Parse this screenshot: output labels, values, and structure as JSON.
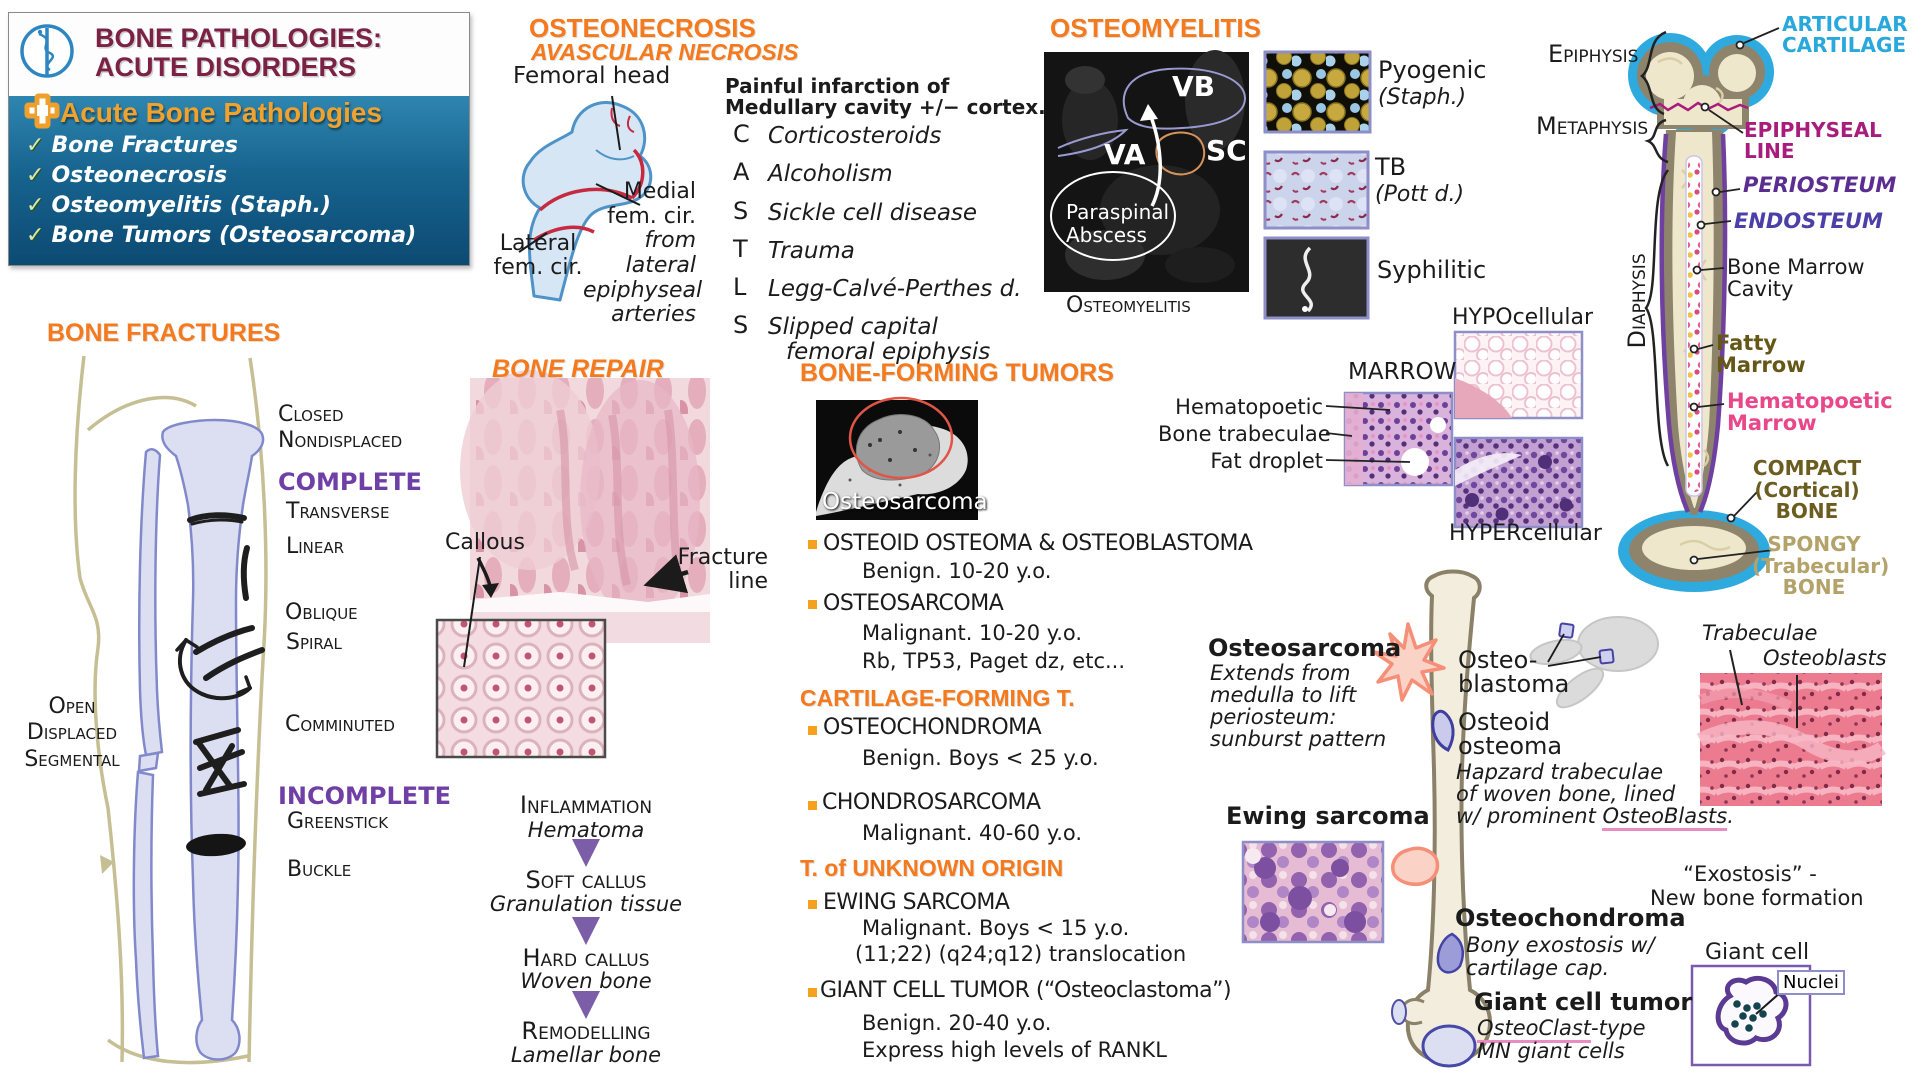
{
  "header": {
    "title1": "BONE PATHOLOGIES:",
    "title2": "ACUTE DISORDERS",
    "panel_heading": "Acute Bone Pathologies",
    "checkmark": "✓",
    "check_items": [
      "Bone Fractures",
      "Osteonecrosis",
      "Osteomyelitis (Staph.)",
      "Bone Tumors (Osteosarcoma)"
    ]
  },
  "osteonecrosis": {
    "heading": "OSTEONECROSIS",
    "subheading": "AVASCULAR NECROSIS",
    "femoral_head": "Femoral head",
    "lateral1": "Lateral",
    "lateral2": "fem. cir.",
    "medial_lines": [
      "Medial",
      "fem. cir.",
      "from",
      "lateral",
      "epiphyseal",
      "arteries"
    ],
    "pain1": "Painful infarction of",
    "pain2": "Medullary cavity +/− cortex.",
    "mnemonic": [
      {
        "l": "C",
        "t": "Corticosteroids"
      },
      {
        "l": "A",
        "t": "Alcoholism"
      },
      {
        "l": "S",
        "t": "Sickle cell disease"
      },
      {
        "l": "T",
        "t": "Trauma"
      },
      {
        "l": "L",
        "t": "Legg-Calvé-Perthes d."
      },
      {
        "l": "S",
        "t": "Slipped capital",
        "t2": "femoral epiphysis"
      }
    ]
  },
  "osteomyelitis": {
    "heading": "OSTEOMYELITIS",
    "vb": "VB",
    "va": "VA",
    "sc": "SC",
    "abscess1": "Paraspinal",
    "abscess2": "Abscess",
    "caption": "Osteomyelitis",
    "types": [
      {
        "name": "Pyogenic",
        "sub": "(Staph.)"
      },
      {
        "name": "TB",
        "sub": "(Pott d.)"
      },
      {
        "name": "Syphilitic",
        "sub": ""
      }
    ]
  },
  "anatomy": {
    "epiphysis": "Epiphysis",
    "metaphysis": "Metaphysis",
    "diaphysis": "Diaphysis",
    "articular1": "ARTICULAR",
    "articular2": "CARTILAGE",
    "epiline1": "EPIPHYSEAL",
    "epiline2": "LINE",
    "periosteum": "PERIOSTEUM",
    "endosteum": "ENDOSTEUM",
    "marrow_cavity1": "Bone Marrow",
    "marrow_cavity2": "Cavity",
    "fatty1": "Fatty",
    "fatty2": "Marrow",
    "hema1": "Hematopoetic",
    "hema2": "Marrow",
    "compact1": "COMPACT",
    "compact2": "(Cortical)",
    "compact3": "BONE",
    "spongy1": "SPONGY",
    "spongy2": "(Trabecular)",
    "spongy3": "BONE"
  },
  "fractures": {
    "heading": "BONE FRACTURES",
    "closed1": "Closed",
    "closed2": "Nondisplaced",
    "complete": "COMPLETE",
    "types_complete": [
      "Transverse",
      "Linear",
      "Oblique",
      "Spiral",
      "Comminuted"
    ],
    "open": [
      "Open",
      "Displaced",
      "Segmental"
    ],
    "incomplete": "INCOMPLETE",
    "types_incomplete": [
      "Greenstick",
      "Buckle"
    ]
  },
  "repair": {
    "heading": "BONE REPAIR",
    "callous": "Callous",
    "fracture_line1": "Fracture",
    "fracture_line2": "line",
    "stages": [
      {
        "name": "Inflammation",
        "detail": "Hematoma"
      },
      {
        "name": "Soft callus",
        "detail": "Granulation tissue"
      },
      {
        "name": "Hard callus",
        "detail": "Woven bone"
      },
      {
        "name": "Remodelling",
        "detail": "Lamellar bone"
      }
    ]
  },
  "tumors": {
    "heading": "BONE-FORMING TUMORS",
    "image_caption": "Osteosarcoma",
    "bone_forming": [
      {
        "name": "OSTEOID OSTEOMA & OSTEOBLASTOMA",
        "line1": "Benign.  10-20 y.o."
      },
      {
        "name": "OSTEOSARCOMA",
        "line1": "Malignant.  10-20 y.o.",
        "line2": "Rb, TP53, Paget dz, etc..."
      }
    ],
    "cartilage_heading": "CARTILAGE-FORMING T.",
    "cartilage": [
      {
        "name": "OSTEOCHONDROMA",
        "line1": "Benign. Boys < 25 y.o."
      },
      {
        "name": "CHONDROSARCOMA",
        "line1": "Malignant.  40-60 y.o."
      }
    ],
    "unknown_heading": "T. of UNKNOWN ORIGIN",
    "unknown": [
      {
        "name": "EWING SARCOMA",
        "line1": "Malignant. Boys < 15 y.o.",
        "line2": "(11;22) (q24;q12) translocation"
      },
      {
        "name": "GIANT CELL TUMOR (“Osteoclastoma”)",
        "line1": "Benign. 20-40 y.o.",
        "line2": "Express high levels of RANKL"
      }
    ]
  },
  "marrow": {
    "label": "MARROW",
    "hypo": "HYPOcellular",
    "hyper": "HYPERcellular",
    "annotations": [
      "Hematopoetic",
      "Bone trabeculae",
      "Fat droplet"
    ]
  },
  "illustrations": {
    "osteosarcoma_name": "Osteosarcoma",
    "osteosarcoma_desc": [
      "Extends from",
      "medulla to lift",
      "periosteum:",
      "sunburst pattern"
    ],
    "osteoblastoma1": "Osteo-",
    "osteoblastoma2": "blastoma",
    "osteoid1": "Osteoid",
    "osteoid2": "osteoma",
    "osteoid_desc1": "Hapzard trabeculae",
    "osteoid_desc2": "of woven bone, lined",
    "osteoid_desc3_pre": "w/ prominent ",
    "osteoid_desc3_u": "OsteoBlasts",
    "osteoid_desc3_post": ".",
    "ewing": "Ewing sarcoma",
    "osteochondroma": "Osteochondroma",
    "osteochondroma_desc1": "Bony exostosis w/",
    "osteochondroma_desc2": "cartilage cap.",
    "giant_cell_tumor": "Giant cell tumor",
    "gct_desc1_u": "OsteoClast",
    "gct_desc1_post": "-type",
    "gct_desc2": "MN giant cells",
    "exostosis1": "“Exostosis” -",
    "exostosis2": "New bone formation",
    "trabeculae": "Trabeculae",
    "osteoblasts": "Osteoblasts",
    "giant_cell": "Giant cell",
    "nuclei": "Nuclei"
  }
}
